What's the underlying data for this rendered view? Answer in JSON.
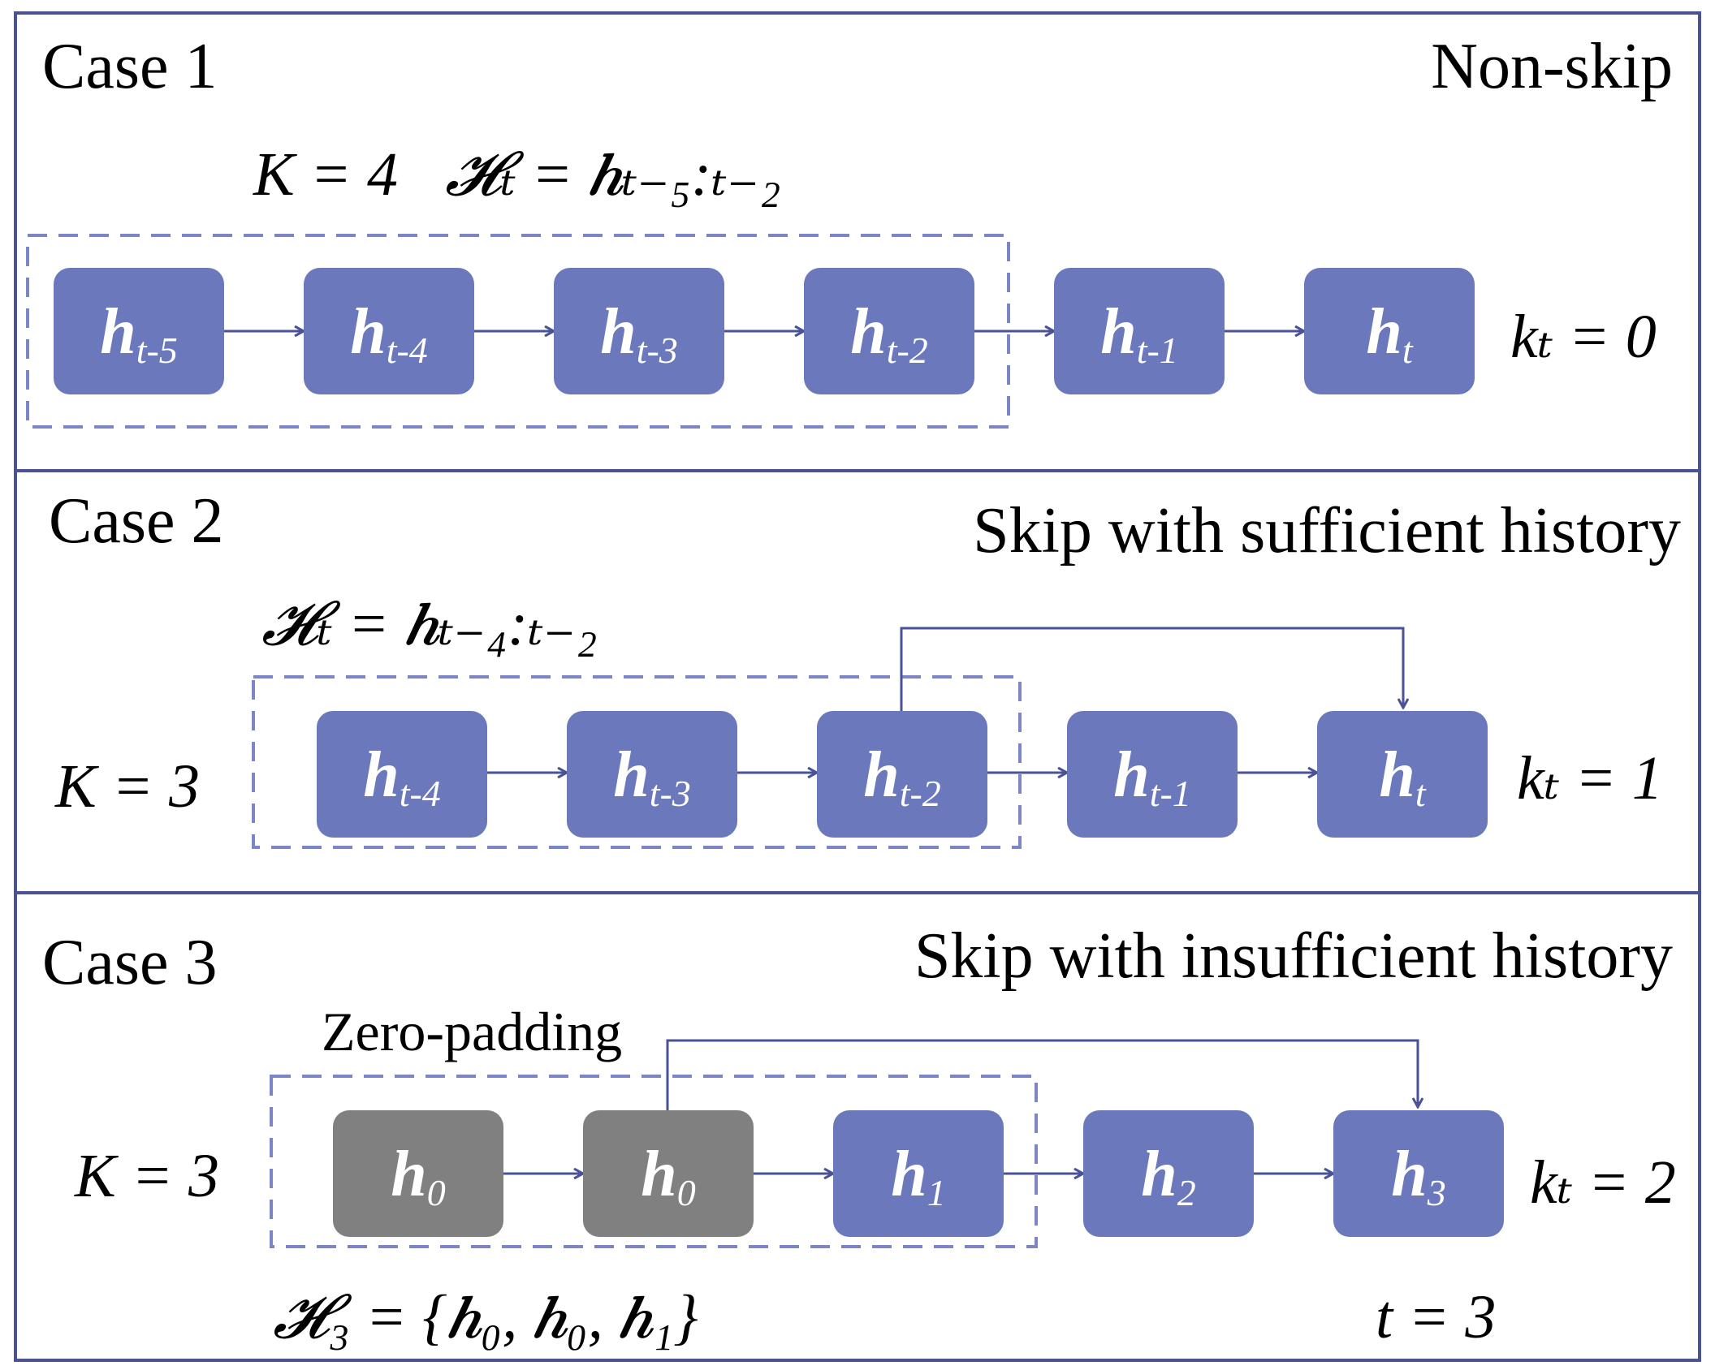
{
  "colors": {
    "node_fill": "#6B79BC",
    "pad_fill": "#808080",
    "frame": "#4A5296",
    "arrow": "#4A5296",
    "dash": "#7C86C6"
  },
  "cases": [
    {
      "title": "Case 1",
      "subtitle": "Non-skip",
      "K_label": "K = 4",
      "history_label": "𝓗ₜ = 𝒉ₜ₋₅:ₜ₋₂",
      "k_label": "kₜ = 0",
      "nodes": [
        {
          "base": "h",
          "sub": "t-5"
        },
        {
          "base": "h",
          "sub": "t-4"
        },
        {
          "base": "h",
          "sub": "t-3"
        },
        {
          "base": "h",
          "sub": "t-2"
        },
        {
          "base": "h",
          "sub": "t-1"
        },
        {
          "base": "h",
          "sub": "t"
        }
      ]
    },
    {
      "title": "Case 2",
      "subtitle": "Skip with sufficient history",
      "K_label": "K = 3",
      "history_label": "𝓗ₜ = 𝒉ₜ₋₄:ₜ₋₂",
      "k_label": "kₜ = 1",
      "nodes": [
        {
          "base": "h",
          "sub": "t-4"
        },
        {
          "base": "h",
          "sub": "t-3"
        },
        {
          "base": "h",
          "sub": "t-2"
        },
        {
          "base": "h",
          "sub": "t-1"
        },
        {
          "base": "h",
          "sub": "t"
        }
      ]
    },
    {
      "title": "Case 3",
      "subtitle": "Skip with insufficient history",
      "K_label": "K = 3",
      "padding_label": "Zero-padding",
      "history_label": "𝓗₃ = {𝒉₀, 𝒉₀, 𝒉₁}",
      "k_label": "kₜ = 2",
      "t_label": "t = 3",
      "nodes": [
        {
          "base": "h",
          "sub": "0",
          "padded": true
        },
        {
          "base": "h",
          "sub": "0",
          "padded": true
        },
        {
          "base": "h",
          "sub": "1"
        },
        {
          "base": "h",
          "sub": "2"
        },
        {
          "base": "h",
          "sub": "3"
        }
      ]
    }
  ]
}
